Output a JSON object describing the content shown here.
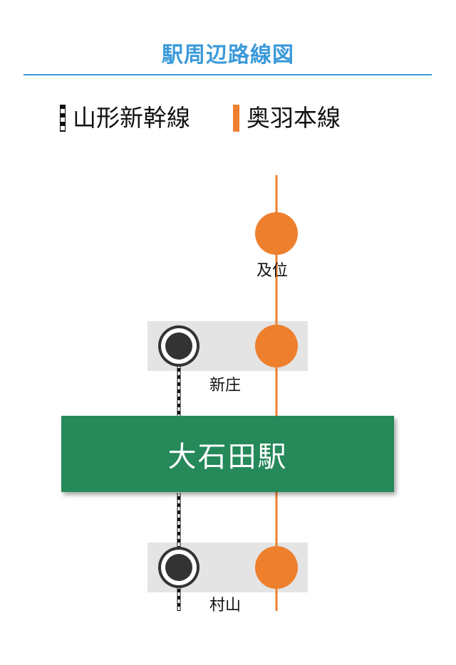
{
  "header": {
    "title": "駅周辺路線図"
  },
  "legend": [
    {
      "label": "山形新幹線",
      "line": "shinkansen"
    },
    {
      "label": "奥羽本線",
      "line": "ou"
    }
  ],
  "stations": {
    "oikata": {
      "label": "及位"
    },
    "shinjo": {
      "label": "新庄"
    },
    "murayama": {
      "label": "村山"
    }
  },
  "current_station": {
    "label": "大石田駅"
  },
  "colors": {
    "accent": "#3a9ad9",
    "ou_line": "#ee7f2d",
    "shinkansen_line": "#111111",
    "station_box": "#25895a",
    "transfer_bg": "#e4e4e4",
    "shinkansen_stop": "#333333"
  }
}
